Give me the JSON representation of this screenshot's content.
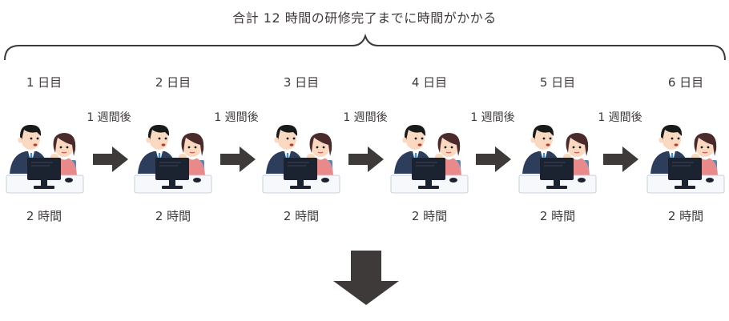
{
  "summary": {
    "title": "合計 12 時間の研修完了までに時間がかかる"
  },
  "sessions": [
    {
      "day": "1 日目",
      "hours": "2 時間"
    },
    {
      "day": "2 日目",
      "hours": "2 時間"
    },
    {
      "day": "3 日目",
      "hours": "2 時間"
    },
    {
      "day": "4 日目",
      "hours": "2 時間"
    },
    {
      "day": "5 日目",
      "hours": "2 時間"
    },
    {
      "day": "6 日目",
      "hours": "2 時間"
    }
  ],
  "intervals": [
    {
      "label": "1 週間後"
    },
    {
      "label": "1 週間後"
    },
    {
      "label": "1 週間後"
    },
    {
      "label": "1 週間後"
    },
    {
      "label": "1 週間後"
    }
  ],
  "icons": {
    "scene": "trainer-and-trainee-at-computer-illustration",
    "step_arrow": "arrow-right-icon",
    "result_arrow": "arrow-down-icon"
  },
  "colors": {
    "text": "#3e3a39",
    "arrow": "#3e3a39",
    "brace": "#3e3a39",
    "suit": "#2c3e5c",
    "skin": "#fbd9c0",
    "hair": "#1a1a1a",
    "woman_shirt": "#e88a8a",
    "woman_hair": "#4a2a2a",
    "monitor": "#1c2330",
    "desk": "#f6f8fb",
    "desk_border": "#c8d0dc",
    "chair": "#5a86b8",
    "tie": "#3a8fd6"
  }
}
